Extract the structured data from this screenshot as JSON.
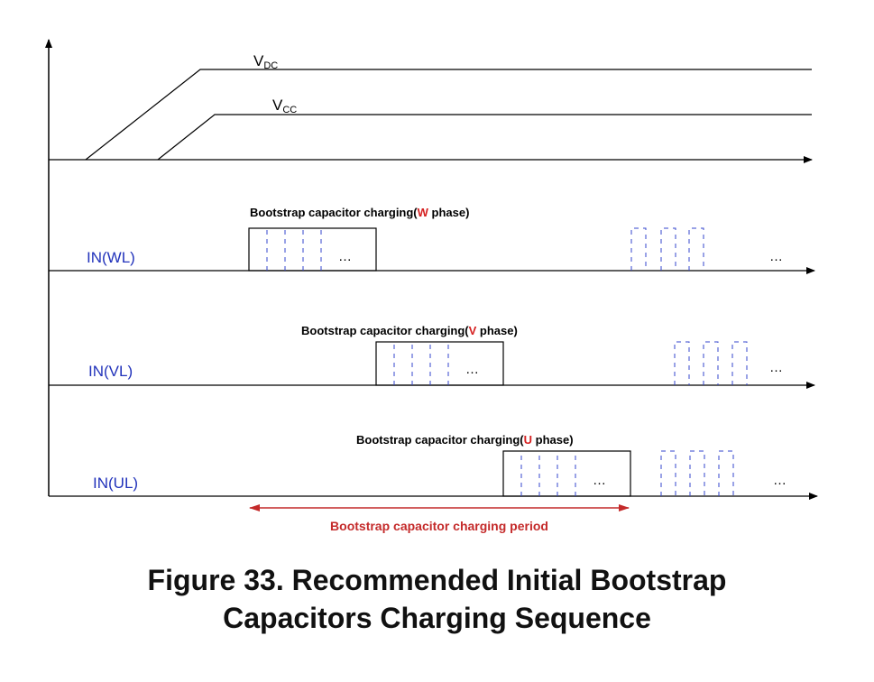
{
  "supply": {
    "vdc": {
      "main": "V",
      "sub": "DC"
    },
    "vcc": {
      "main": "V",
      "sub": "CC"
    }
  },
  "signals": [
    {
      "label": "IN(WL)",
      "title_prefix": "Bootstrap capacitor charging(",
      "phase": "W",
      "title_suffix": " phase)",
      "ellipsis": "…",
      "ellipsis_end": "…"
    },
    {
      "label": "IN(VL)",
      "title_prefix": "Bootstrap capacitor charging(",
      "phase": "V",
      "title_suffix": " phase)",
      "ellipsis": "…",
      "ellipsis_end": "…"
    },
    {
      "label": "IN(UL)",
      "title_prefix": "Bootstrap capacitor charging(",
      "phase": "U",
      "title_suffix": " phase)",
      "ellipsis": "…",
      "ellipsis_end": "…"
    }
  ],
  "period_label": "Bootstrap capacitor charging period",
  "caption": {
    "line1": "Figure 33. Recommended Initial Bootstrap",
    "line2": "Capacitors Charging Sequence"
  },
  "colors": {
    "axis": "#000000",
    "signal_label": "#2233bb",
    "dashed_pulses": "#3344cc",
    "phase_letter": "#d52020",
    "period_arrow": "#c42a2a"
  }
}
